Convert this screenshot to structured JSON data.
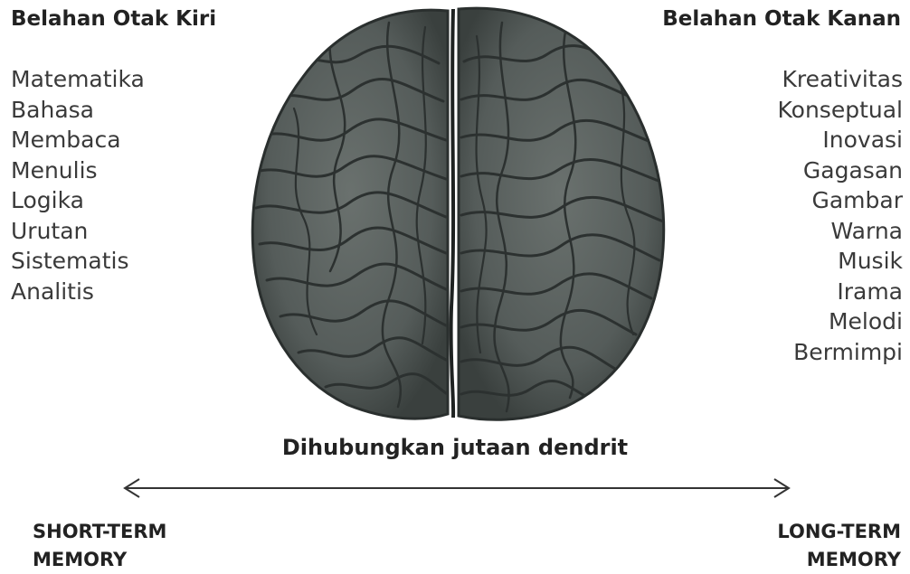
{
  "left": {
    "heading": "Belahan Otak Kiri",
    "items": [
      "Matematika",
      "Bahasa",
      "Membaca",
      "Menulis",
      "Logika",
      "Urutan",
      "Sistematis",
      "Analitis"
    ]
  },
  "right": {
    "heading": "Belahan Otak Kanan",
    "items": [
      "Kreativitas",
      "Konseptual",
      "Inovasi",
      "Gagasan",
      "Gambar",
      "Warna",
      "Musik",
      "Irama",
      "Melodi",
      "Bermimpi"
    ]
  },
  "caption": "Dihubungkan jutaan dendrit",
  "memory": {
    "short_line1": "SHORT-TERM",
    "short_line2": "MEMORY",
    "long_line1": "LONG-TERM",
    "long_line2": "MEMORY"
  },
  "colors": {
    "brain_fill": "#585f5d",
    "brain_dark": "#2c3130",
    "text": "#2a2a2a"
  }
}
